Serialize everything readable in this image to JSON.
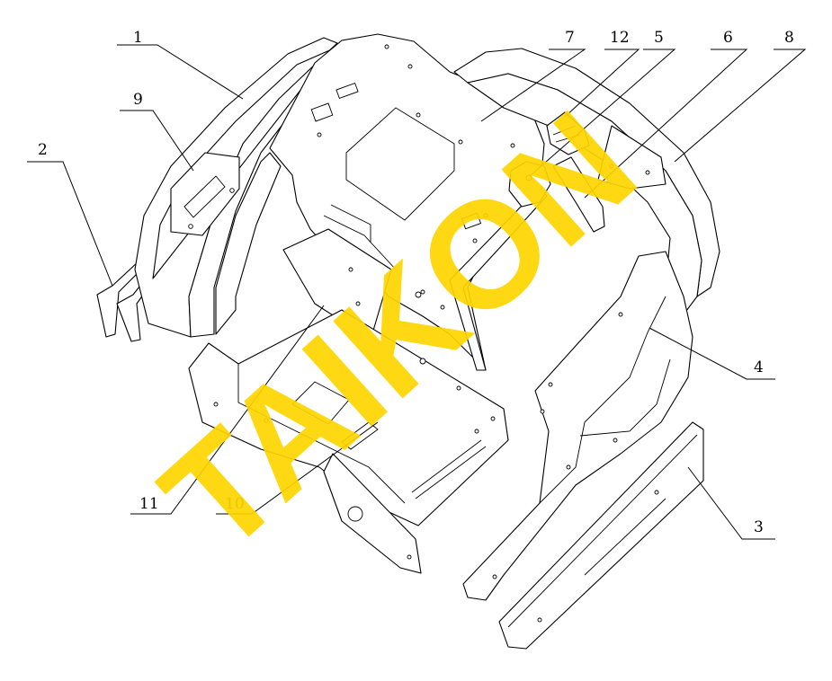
{
  "watermark": {
    "text": "TAIKON",
    "color": "#ffd500"
  },
  "callouts": [
    {
      "id": "1",
      "label": "1"
    },
    {
      "id": "2",
      "label": "2"
    },
    {
      "id": "3",
      "label": "3"
    },
    {
      "id": "4",
      "label": "4"
    },
    {
      "id": "5",
      "label": "5"
    },
    {
      "id": "6",
      "label": "6"
    },
    {
      "id": "7",
      "label": "7"
    },
    {
      "id": "8",
      "label": "8"
    },
    {
      "id": "9",
      "label": "9"
    },
    {
      "id": "10",
      "label": "10"
    },
    {
      "id": "11",
      "label": "11"
    },
    {
      "id": "12",
      "label": "12"
    }
  ]
}
